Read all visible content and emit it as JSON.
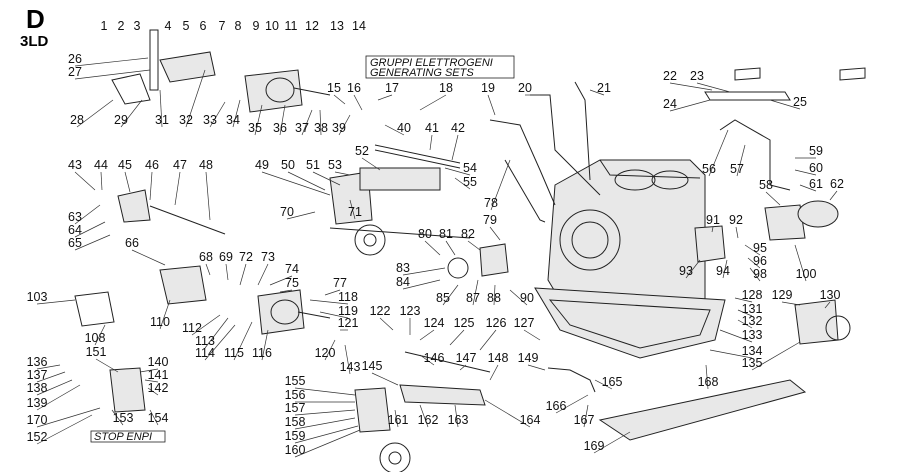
{
  "header": {
    "section": "D",
    "model": "3LD"
  },
  "boxes": {
    "generating_sets_it": "GRUPPI ELETTROGENI",
    "generating_sets_en": "GENERATING SETS",
    "stop_label": "STOP ENPI"
  },
  "labels": [
    "1",
    "2",
    "3",
    "4",
    "5",
    "6",
    "7",
    "8",
    "9",
    "10",
    "11",
    "12",
    "13",
    "14",
    "15",
    "16",
    "17",
    "18",
    "19",
    "20",
    "21",
    "22",
    "23",
    "24",
    "25",
    "26",
    "27",
    "28",
    "29",
    "31",
    "32",
    "33",
    "34",
    "35",
    "36",
    "37",
    "38",
    "39",
    "40",
    "41",
    "42",
    "43",
    "44",
    "45",
    "46",
    "47",
    "48",
    "49",
    "50",
    "51",
    "52",
    "53",
    "54",
    "55",
    "56",
    "57",
    "58",
    "59",
    "60",
    "61",
    "62",
    "63",
    "64",
    "65",
    "66",
    "68",
    "69",
    "70",
    "71",
    "72",
    "73",
    "74",
    "75",
    "77",
    "78",
    "79",
    "80",
    "81",
    "82",
    "83",
    "84",
    "85",
    "87",
    "88",
    "90",
    "91",
    "92",
    "93",
    "94",
    "95",
    "96",
    "98",
    "100",
    "103",
    "108",
    "110",
    "112",
    "113",
    "114",
    "115",
    "116",
    "118",
    "119",
    "120",
    "121",
    "122",
    "123",
    "124",
    "125",
    "126",
    "127",
    "128",
    "129",
    "130",
    "131",
    "132",
    "133",
    "134",
    "135",
    "136",
    "137",
    "138",
    "139",
    "140",
    "141",
    "142",
    "143",
    "145",
    "146",
    "147",
    "148",
    "149",
    "151",
    "152",
    "153",
    "154",
    "155",
    "156",
    "157",
    "158",
    "159",
    "160",
    "161",
    "162",
    "163",
    "164",
    "165",
    "166",
    "167",
    "168",
    "169",
    "170"
  ]
}
